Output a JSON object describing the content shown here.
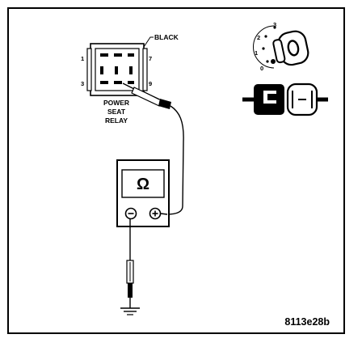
{
  "relay": {
    "color_label": "BLACK",
    "caption_lines": [
      "POWER",
      "SEAT",
      "RELAY"
    ],
    "pin_numbers": [
      "1",
      "3",
      "7",
      "9"
    ]
  },
  "ignition_switch": {
    "positions": [
      "3",
      "2",
      "1",
      "0"
    ]
  },
  "meter": {
    "display_symbol": "Ω",
    "terminals": [
      "−",
      "+"
    ]
  },
  "figure_ref": "8113e28b",
  "colors": {
    "ink": "#000000",
    "background": "#ffffff"
  },
  "icons": [
    "ground-icon",
    "ohm-symbol-icon",
    "ignition-key-icon",
    "connector-icon"
  ]
}
